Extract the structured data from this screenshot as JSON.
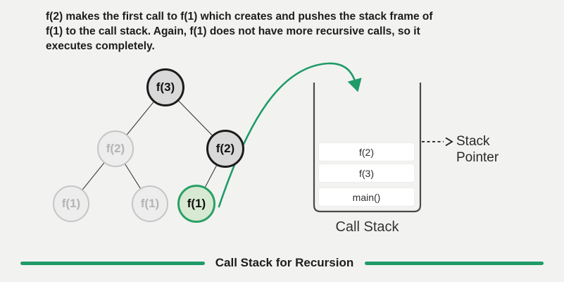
{
  "intro": {
    "lines": [
      "f(2) makes the first call to f(1) which creates and pushes the stack frame of",
      "f(1) to the call stack. Again, f(1) does not have more recursive calls, so it",
      "executes completely."
    ]
  },
  "tree": {
    "nodes": [
      {
        "label": "f(3)",
        "state": "active"
      },
      {
        "label": "f(2)",
        "state": "faded"
      },
      {
        "label": "f(2)",
        "state": "active"
      },
      {
        "label": "f(1)",
        "state": "faded"
      },
      {
        "label": "f(1)",
        "state": "faded"
      },
      {
        "label": "f(1)",
        "state": "current"
      }
    ]
  },
  "call_stack": {
    "frames": [
      "f(2)",
      "f(3)",
      "main()"
    ],
    "label": "Call Stack",
    "pointer_label": "Stack\nPointer"
  },
  "footer": {
    "title": "Call Stack for Recursion"
  },
  "colors": {
    "accent_green": "#1f9b68",
    "node_gray_fill": "#d9d9d9",
    "node_green_fill": "#d7e9d2",
    "faded_gray": "#c5c5c5",
    "wall_gray": "#4a4a4a",
    "background": "#f2f2f1"
  }
}
